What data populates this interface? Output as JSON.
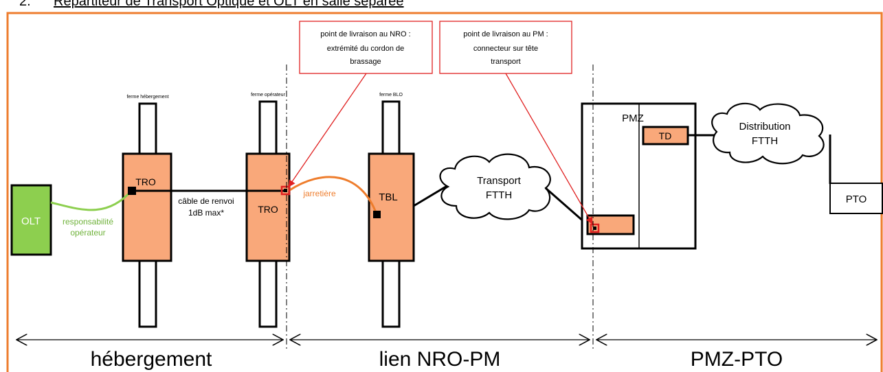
{
  "heading": {
    "number": "2.",
    "title": "Répartiteur de Transport Optique et OLT en salle séparée"
  },
  "colors": {
    "frame": "#ee7d2d",
    "box": "#f9a87a",
    "olt": "#8dcf4f",
    "olt_text": "#ffffff",
    "resp_text": "#6fb23a",
    "jarretiere": "#ee7d2d",
    "callout": "#e02020",
    "connector_red": "#e02020"
  },
  "frames": {
    "hebergement": "ferme hébergement",
    "operateur": "ferme opérateur",
    "blo": "ferme BLO"
  },
  "blocks": {
    "olt": "OLT",
    "tro_left": "TRO",
    "tro_right": "TRO",
    "tbl": "TBL",
    "pmz": "PMZ",
    "td": "TD",
    "pto": "PTO"
  },
  "clouds": {
    "transport": [
      "Transport",
      "FTTH"
    ],
    "distribution": [
      "Distribution",
      "FTTH"
    ]
  },
  "labels": {
    "responsabilite": [
      "responsabilité",
      "opérateur"
    ],
    "cable": [
      "câble de renvoi",
      "1dB max*"
    ],
    "jarretiere": "jarretière"
  },
  "callouts": {
    "nro": [
      "point de livraison au NRO :",
      "extrémité du cordon de",
      "brassage"
    ],
    "pm": [
      "point de livraison au PM :",
      "connecteur sur tête",
      "transport"
    ]
  },
  "zones": {
    "hebergement": "hébergement",
    "lien": "lien NRO-PM",
    "pmz_pto": "PMZ-PTO"
  }
}
